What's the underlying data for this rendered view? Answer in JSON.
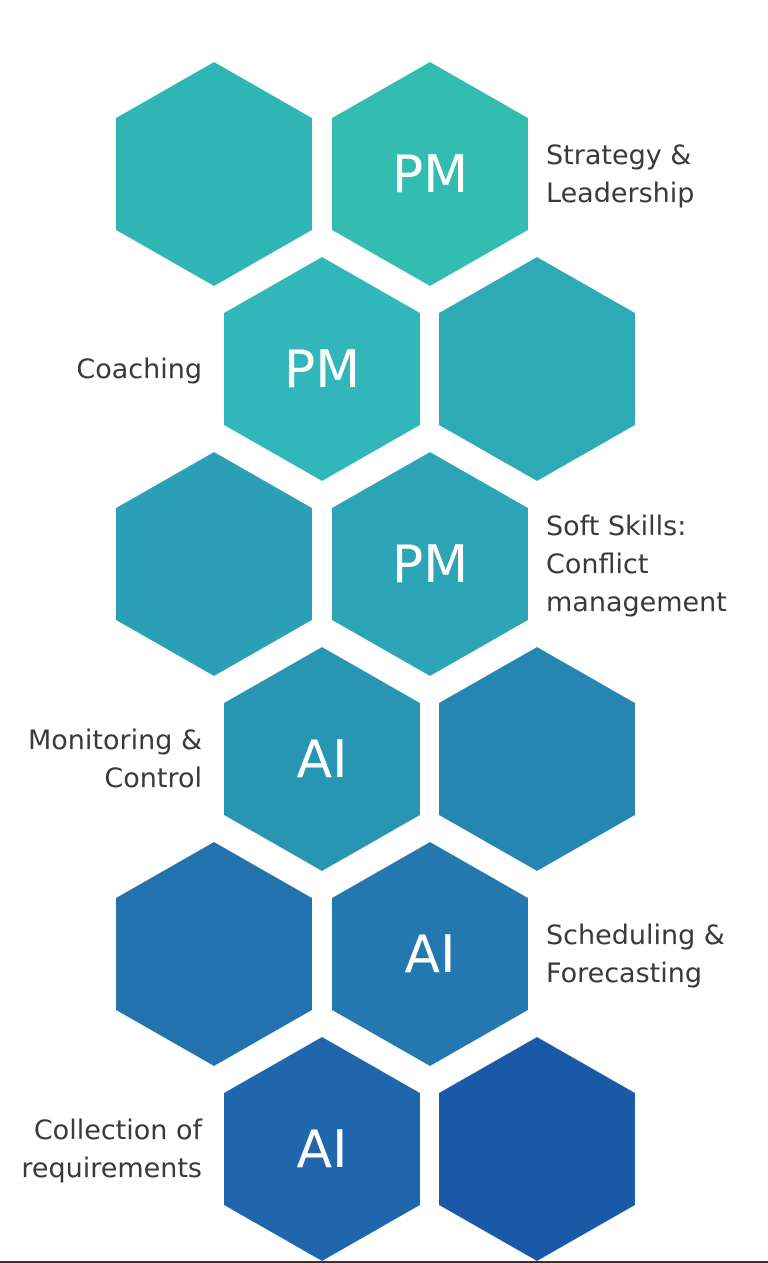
{
  "rows": [
    {
      "hexes": [
        {
          "label": "",
          "color": "#2fb6b4"
        },
        {
          "label": "PM",
          "color": "#33bcb0"
        }
      ],
      "side_label": {
        "lines": [
          "Strategy &",
          "Leadership"
        ],
        "side": "right"
      }
    },
    {
      "hexes": [
        {
          "label": "PM",
          "color": "#31b7ba"
        },
        {
          "label": "",
          "color": "#2eaab7"
        }
      ],
      "side_label": {
        "lines": [
          "Coaching"
        ],
        "side": "left"
      }
    },
    {
      "hexes": [
        {
          "label": "",
          "color": "#2a9fb5"
        },
        {
          "label": "PM",
          "color": "#2ca5b7"
        }
      ],
      "side_label": {
        "lines": [
          "Soft Skills:",
          "Conflict",
          "management"
        ],
        "side": "right"
      }
    },
    {
      "hexes": [
        {
          "label": "AI",
          "color": "#2895b3"
        },
        {
          "label": "",
          "color": "#2486b1"
        }
      ],
      "side_label": {
        "lines": [
          "Monitoring &",
          "Control"
        ],
        "side": "left"
      }
    },
    {
      "hexes": [
        {
          "label": "",
          "color": "#2272ae"
        },
        {
          "label": "AI",
          "color": "#2378b0"
        }
      ],
      "side_label": {
        "lines": [
          "Scheduling &",
          "Forecasting"
        ],
        "side": "right"
      }
    },
    {
      "hexes": [
        {
          "label": "AI",
          "color": "#1f66ac"
        },
        {
          "label": "",
          "color": "#1a58a8"
        }
      ],
      "side_label": {
        "lines": [
          "Collection of",
          "requirements"
        ],
        "side": "left"
      }
    }
  ]
}
